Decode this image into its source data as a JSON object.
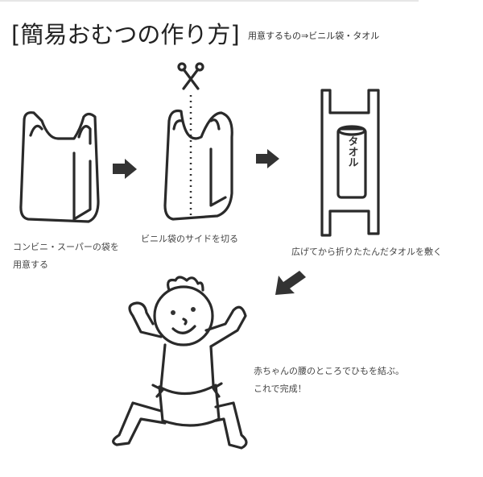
{
  "title": "[簡易おむつの作り方]",
  "materials": "用意するもの⇒ビニル袋・タオル",
  "steps": [
    {
      "line1": "コンビニ・スーパーの袋を",
      "line2": "用意する"
    },
    {
      "line1": "ビニル袋のサイドを切る"
    },
    {
      "line1": "広げてから折りたたんだタオルを敷く"
    },
    {
      "line1": "赤ちゃんの腰のところでひもを結ぶ。",
      "line2": "これで完成！"
    }
  ],
  "towel_label": "タオル"
}
